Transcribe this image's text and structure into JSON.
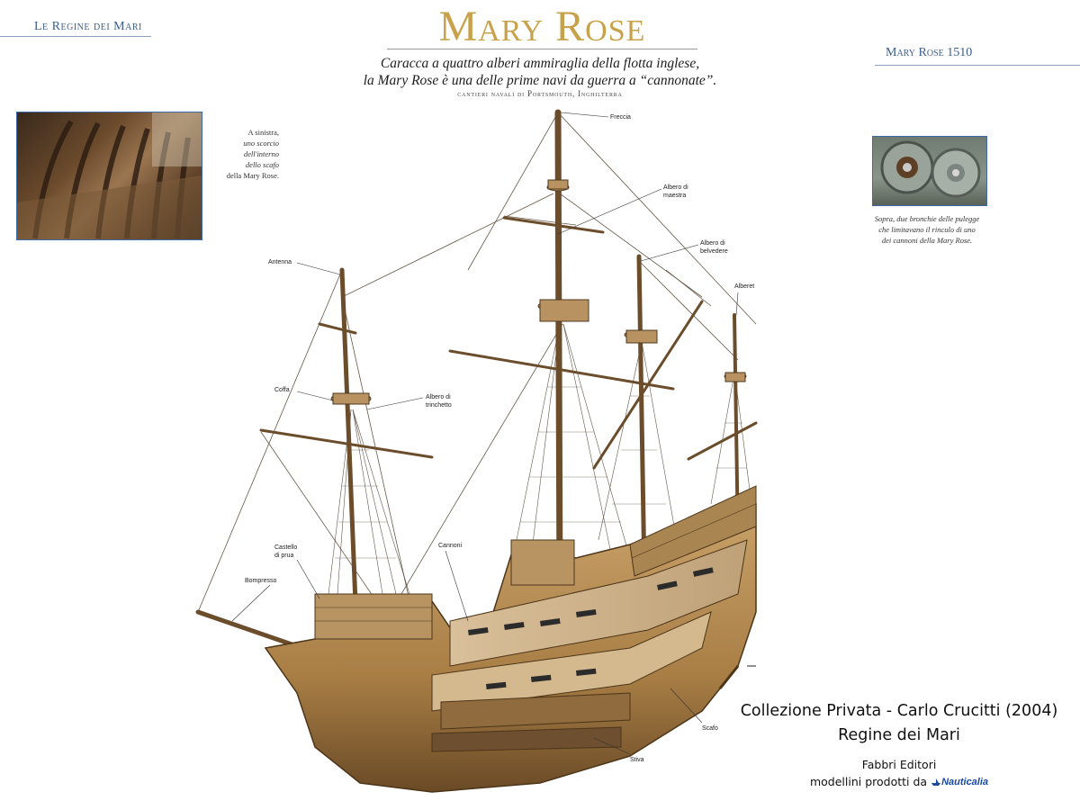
{
  "header": {
    "series": "Le Regine dei Mari",
    "title": "Mary Rose",
    "subtitle_line1": "Caracca a quattro alberi ammiraglia della flotta inglese,",
    "subtitle_line2": "la Mary Rose è una delle prime navi da guerra a “cannonate”.",
    "shipyard": "cantieri navali di Portsmouth, Inghilterra",
    "model_tag": "Mary Rose 1510"
  },
  "captions": {
    "left_line1": "A sinistra,",
    "left_line2": "uno scorcio",
    "left_line3": "dell'interno",
    "left_line4": "dello scafo",
    "left_line5": "della Mary Rose.",
    "right_line1": "Sopra, due bronchie delle pulegge",
    "right_line2": "che limitavano il rinculo di uno",
    "right_line3": "dei cannoni della Mary Rose."
  },
  "labels": {
    "freccia": "Freccia",
    "albero_maestra_1": "Albero di",
    "albero_maestra_2": "maestra",
    "albero_belvedere_1": "Albero di",
    "albero_belvedere_2": "belvedere",
    "alberet": "Alberet",
    "antenna": "Antenna",
    "coffa": "Coffa",
    "albero_trinchetto_1": "Albero di",
    "albero_trinchetto_2": "trinchetto",
    "castello_1": "Castello",
    "castello_2": "di prua",
    "bompresso": "Bompresso",
    "cannoni": "Cannoni",
    "scafo": "Scafo",
    "stiva": "Stiva"
  },
  "credits": {
    "line1": "Collezione Privata - Carlo Crucitti (2004)",
    "line2": "Regine dei Mari",
    "publisher": "Fabbri Editori",
    "models_by": "modellini prodotti da",
    "logo": "Nauticalia"
  },
  "colors": {
    "gold_title": "#c8a24a",
    "blue_header": "#3b5e8c",
    "hull_wood": "#b38a4e",
    "photo_border": "#3f6aa8"
  }
}
